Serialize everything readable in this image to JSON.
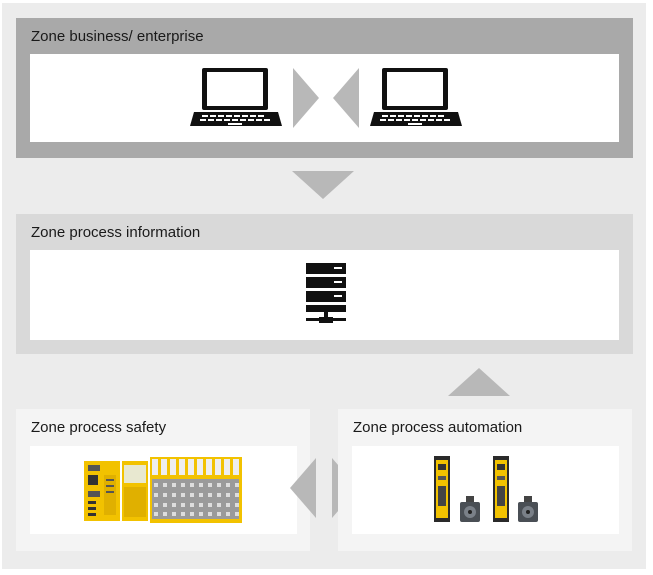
{
  "zones": {
    "business": {
      "title": "Zone business/ enterprise"
    },
    "information": {
      "title": "Zone process information"
    },
    "safety": {
      "title": "Zone process safety"
    },
    "automation": {
      "title": "Zone process automation"
    }
  },
  "icons": {
    "business": [
      "laptop-icon",
      "bidirectional-arrows-icon",
      "laptop-icon"
    ],
    "information": [
      "server-icon"
    ],
    "safety": [
      "safety-controller-icon"
    ],
    "automation": [
      "servo-drive-icon",
      "servo-motor-icon",
      "servo-drive-icon",
      "servo-motor-icon"
    ],
    "connectors": [
      "arrow-down-icon",
      "arrow-up-icon",
      "bidirectional-arrows-icon"
    ]
  },
  "colors": {
    "background": "#ececec",
    "business_header": "#a9a9a9",
    "information_header": "#d9d9d9",
    "process_zone": "#f4f4f4",
    "arrow": "#b8b8b8",
    "controller_yellow": "#f2c200",
    "icon_black": "#111111"
  }
}
